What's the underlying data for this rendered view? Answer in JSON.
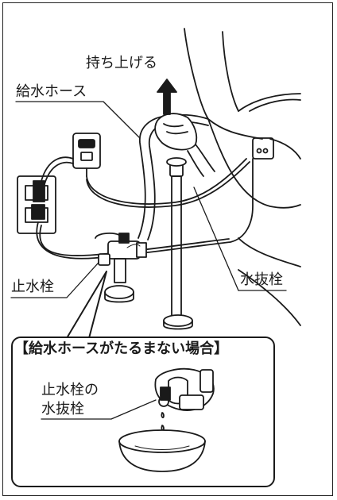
{
  "labels": {
    "lift": "持ち上げる",
    "supply_hose": "給水ホース",
    "stop_valve": "止水栓",
    "drain_plug": "水抜栓",
    "callout_title": "【給水ホースがたるまない場合】",
    "stop_valve_drain_line1": "止水栓の",
    "stop_valve_drain_line2": "水抜栓"
  },
  "colors": {
    "line": "#1a1a1a",
    "background": "#ffffff",
    "shade": "#555555"
  }
}
